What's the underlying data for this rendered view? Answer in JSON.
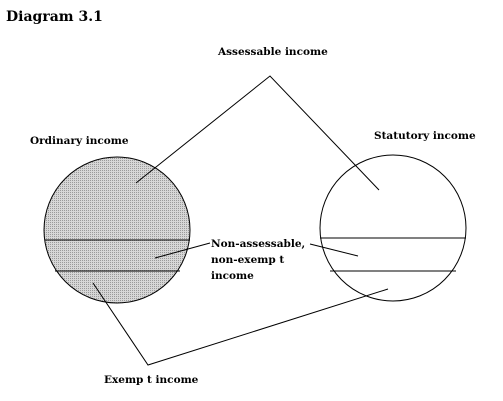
{
  "diagram": {
    "title": "Diagram 3.1",
    "labels": {
      "assessable": "Assessable income",
      "ordinary": "Ordinary income",
      "statutory": "Statutory income",
      "non_assessable_line1": "Non-assessable,",
      "non_assessable_line2": "non-exemp t",
      "non_assessable_line3": "income",
      "exempt": "Exemp t income"
    },
    "colors": {
      "ordinary_fill": "#c8c8c8",
      "outline": "#000000",
      "statutory_fill": "#ffffff"
    }
  }
}
